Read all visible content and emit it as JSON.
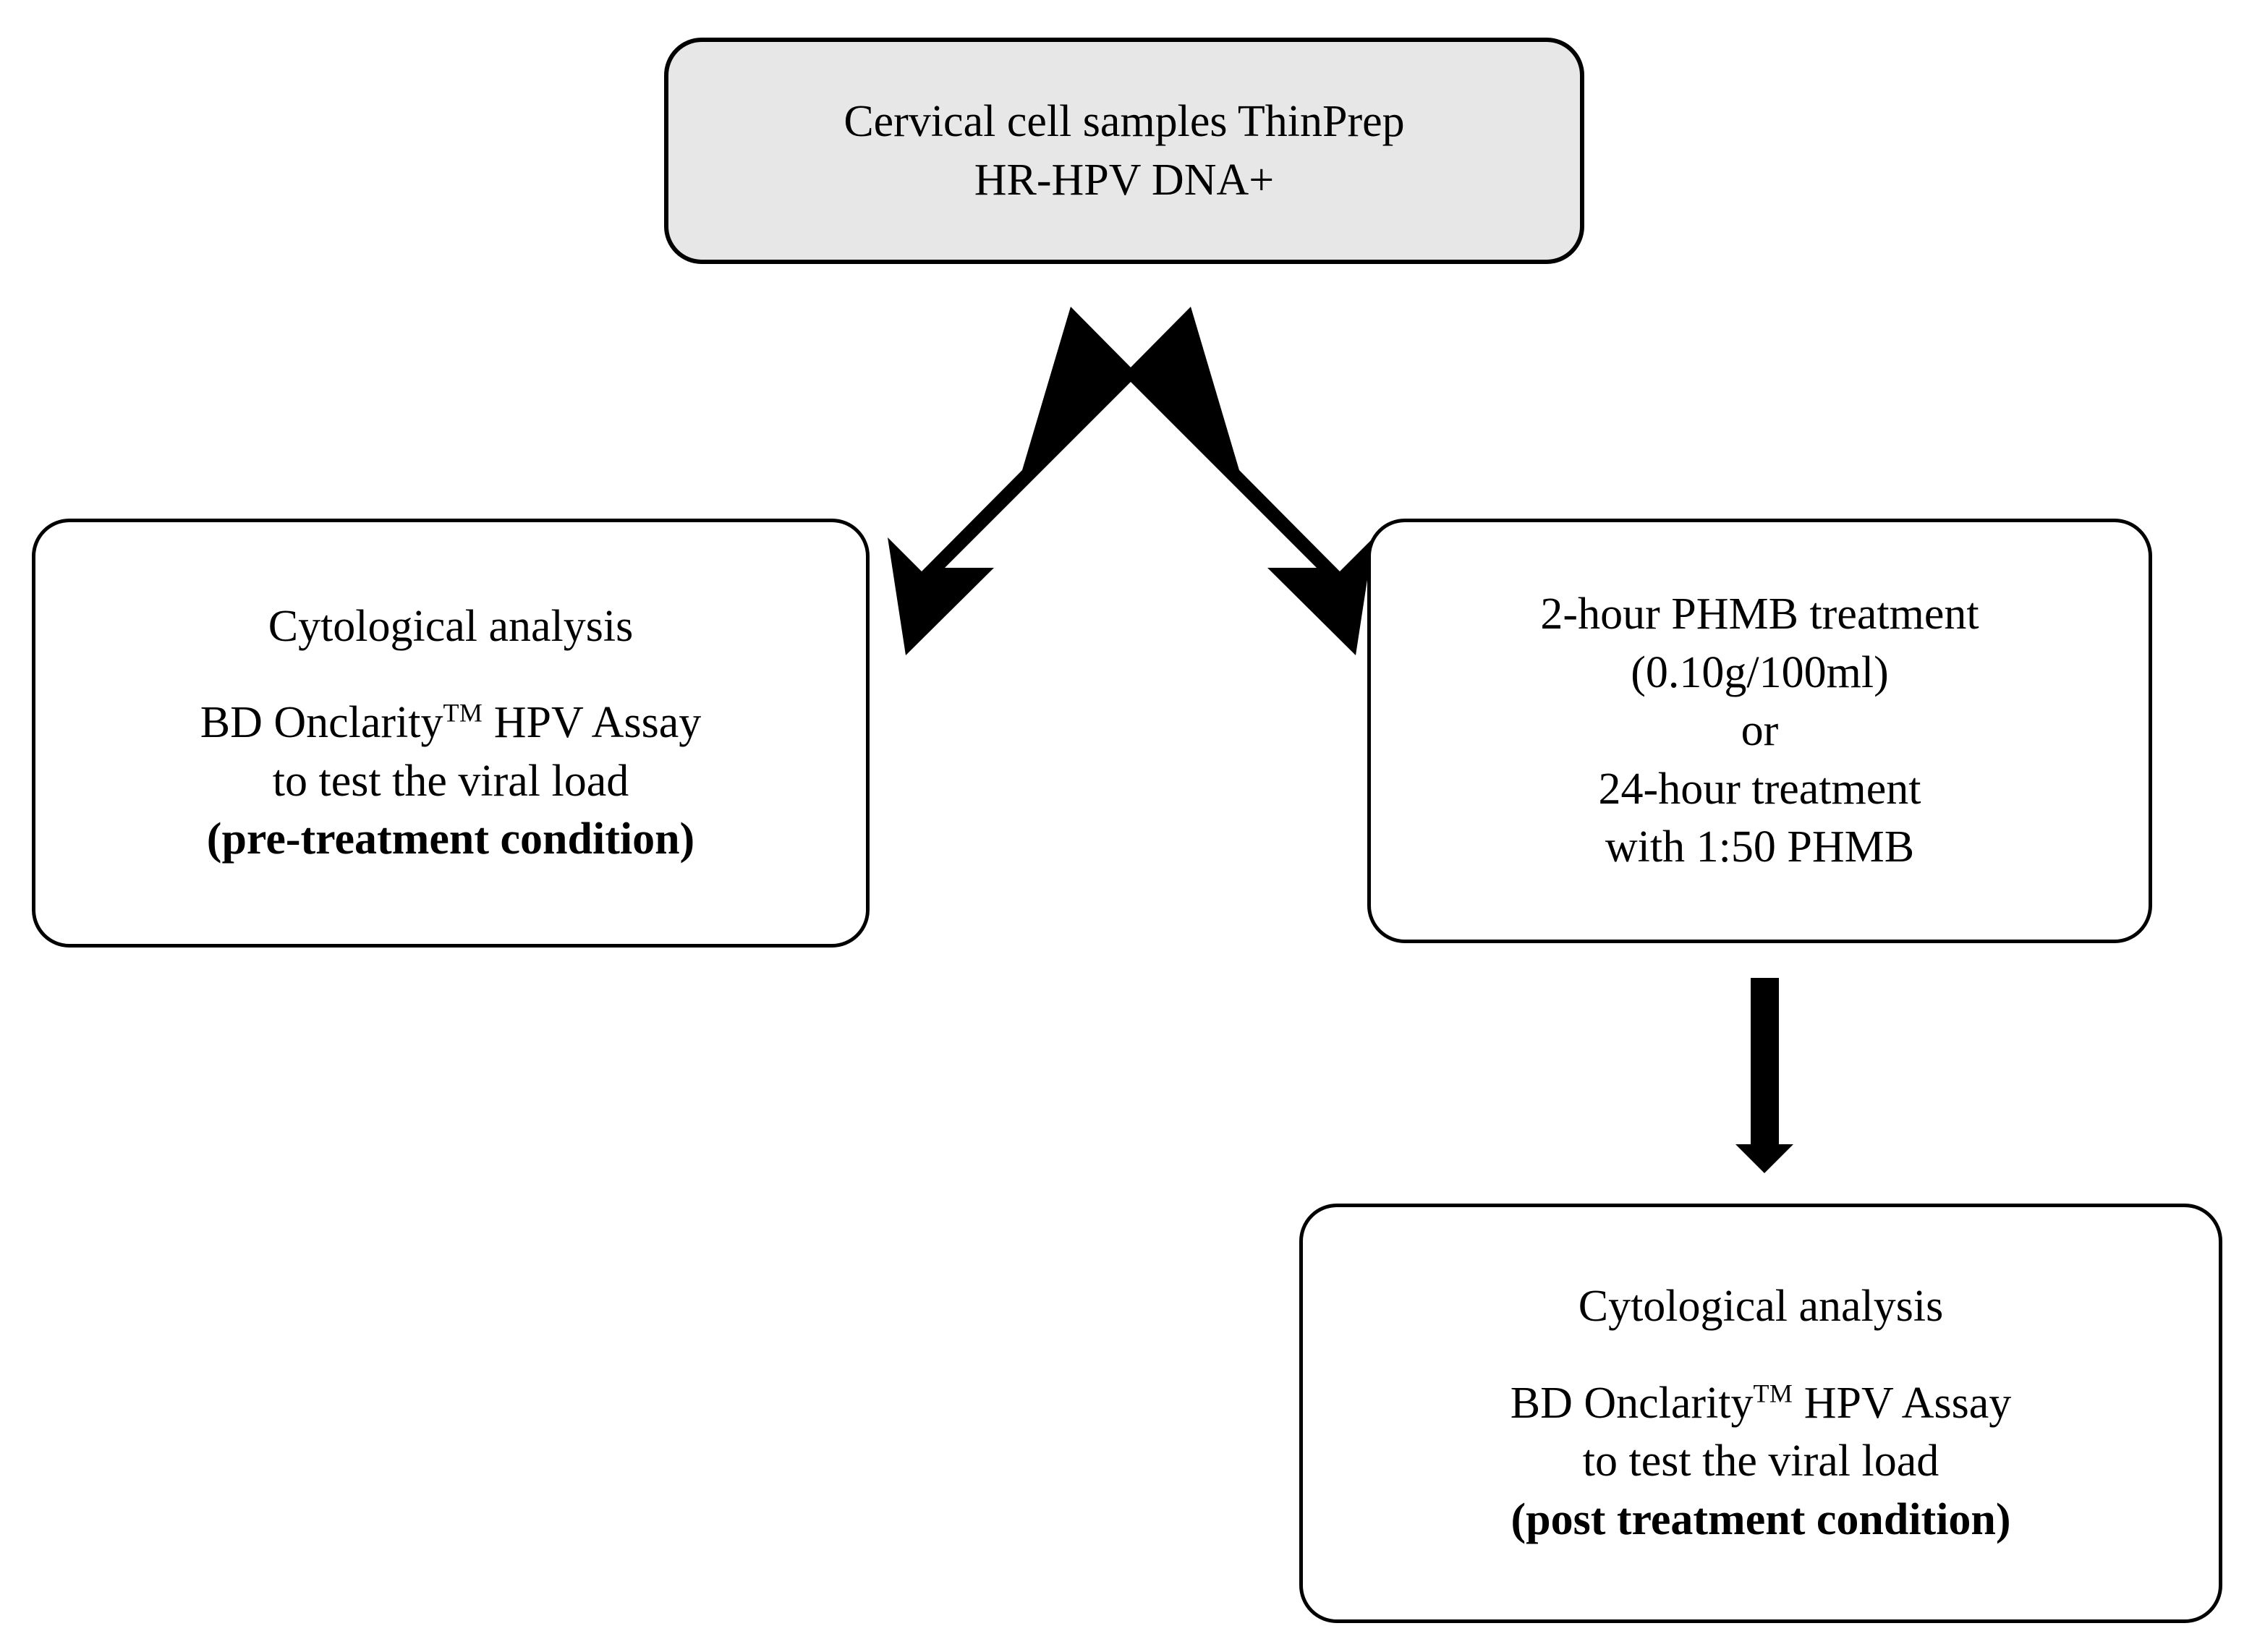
{
  "diagram": {
    "type": "flowchart",
    "title": "Study design flowchart",
    "background_color": "#ffffff",
    "line_color": "#000000",
    "shaded_node_fill": "#e7e7e7"
  },
  "nodes": {
    "source": {
      "id": "cervical-samples",
      "fill": "#e7e7e7",
      "lines": [
        {
          "text": "Cervical cell samples ThinPrep",
          "bold": false
        },
        {
          "text": "HR-HPV DNA+",
          "bold": false
        }
      ]
    },
    "pre_treatment": {
      "id": "pre-treatment-analysis",
      "fill": "#ffffff",
      "lines": [
        {
          "text": "Cytological analysis",
          "bold": false
        },
        {
          "text": "",
          "bold": false
        },
        {
          "text": "BD Onclarity",
          "suffix_tm": "TM",
          "tail": " HPV Assay",
          "bold": false
        },
        {
          "text": "to test the viral load",
          "bold": false
        },
        {
          "text": "(pre-treatment condition)",
          "bold": true
        }
      ]
    },
    "treatment": {
      "id": "phmb-treatment",
      "fill": "#ffffff",
      "lines": [
        {
          "text": "2-hour PHMB treatment",
          "bold": false
        },
        {
          "text": "(0.10g/100ml)",
          "bold": false
        },
        {
          "text": "or",
          "bold": false
        },
        {
          "text": "24-hour treatment",
          "bold": false
        },
        {
          "text": "with 1:50 PHMB",
          "bold": false
        }
      ]
    },
    "post_treatment": {
      "id": "post-treatment-analysis",
      "fill": "#ffffff",
      "lines": [
        {
          "text": "Cytological analysis",
          "bold": false
        },
        {
          "text": "",
          "bold": false
        },
        {
          "text": "BD Onclarity",
          "suffix_tm": "TM",
          "tail": " HPV Assay",
          "bold": false
        },
        {
          "text": "to test the viral load",
          "bold": false
        },
        {
          "text": "(post treatment condition)",
          "bold": true
        }
      ]
    }
  },
  "node_text": {
    "source_line_1": "Cervical cell samples ThinPrep",
    "source_line_2": "HR-HPV DNA+",
    "pre_line_1": "Cytological analysis",
    "pre_line_2_head": "BD Onclarity",
    "pre_line_2_tm": "TM",
    "pre_line_2_tail": " HPV Assay",
    "pre_line_3": "to test the viral load",
    "pre_line_4": "(pre-treatment condition)",
    "treat_line_1": "2-hour PHMB treatment",
    "treat_line_2": "(0.10g/100ml)",
    "treat_line_3": "or",
    "treat_line_4": "24-hour treatment",
    "treat_line_5": "with 1:50 PHMB",
    "post_line_1": "Cytological analysis",
    "post_line_2_head": "BD Onclarity",
    "post_line_2_tm": "TM",
    "post_line_2_tail": " HPV Assay",
    "post_line_3": "to test the viral load",
    "post_line_4": "(post treatment condition)"
  },
  "arrows": [
    {
      "id": "source-to-pre",
      "from": "source",
      "to": "pre_treatment",
      "direction": "down-left",
      "style": "solid-block",
      "color": "#000000",
      "label": ""
    },
    {
      "id": "source-to-treatment",
      "from": "source",
      "to": "treatment",
      "direction": "down-right",
      "style": "solid-block",
      "color": "#000000",
      "label": ""
    },
    {
      "id": "treatment-to-post",
      "from": "treatment",
      "to": "post_treatment",
      "direction": "down",
      "style": "solid-block",
      "color": "#000000",
      "label": ""
    }
  ]
}
